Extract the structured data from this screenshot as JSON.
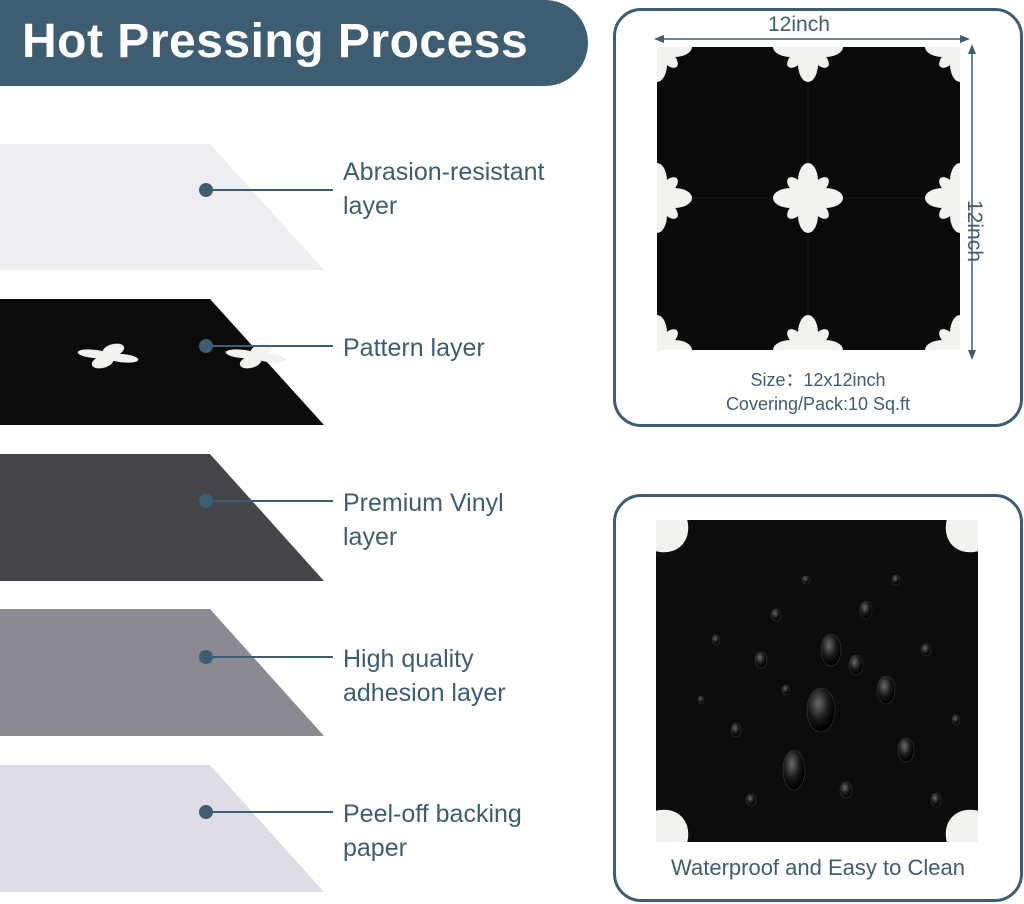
{
  "header": {
    "title": "Hot Pressing Process"
  },
  "layers": [
    {
      "label_lines": [
        "Abrasion-resistant",
        "layer"
      ],
      "color": "#eeedf0"
    },
    {
      "label_lines": [
        "Pattern layer"
      ],
      "color": "#0b0b0b"
    },
    {
      "label_lines": [
        "Premium Vinyl",
        "layer"
      ],
      "color": "#454448"
    },
    {
      "label_lines": [
        "High quality",
        "adhesion layer"
      ],
      "color": "#8b8a92"
    },
    {
      "label_lines": [
        "Peel-off backing",
        "paper"
      ],
      "color": "#dedde6"
    }
  ],
  "size_panel": {
    "width_label": "12inch",
    "height_label": "12inch",
    "size_text": "Size：12x12inch",
    "covering_text": "Covering/Pack:10 Sq.ft"
  },
  "waterproof_panel": {
    "caption": "Waterproof and Easy to Clean"
  },
  "colors": {
    "accent": "#3d5e72",
    "tile_black": "#0a0a0a",
    "petal_white": "#f2f2ee"
  }
}
